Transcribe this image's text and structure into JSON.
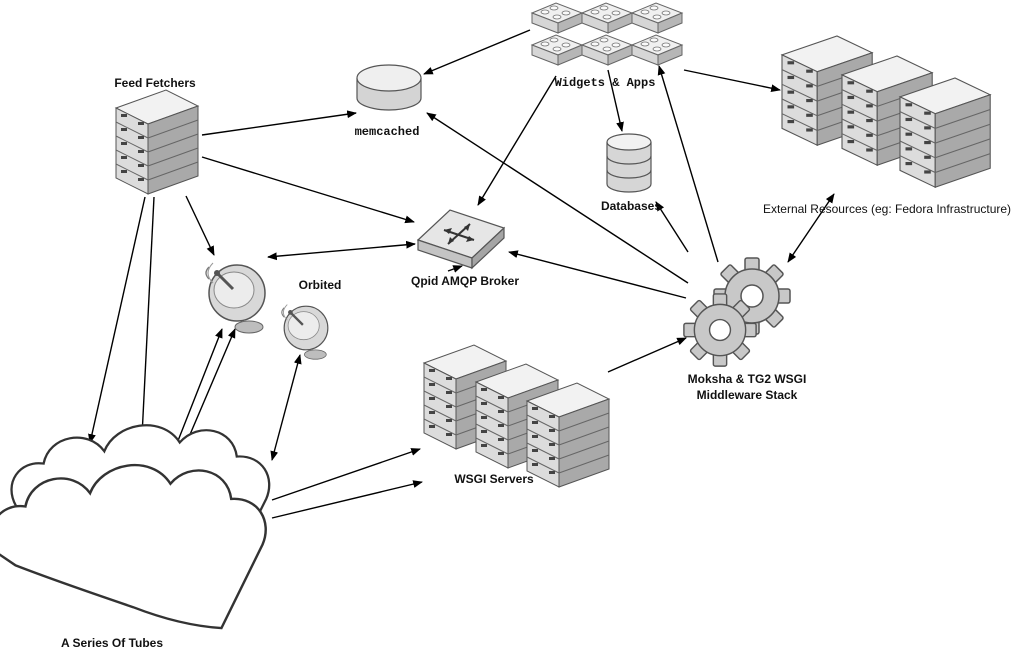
{
  "labels": {
    "feed_fetchers": "Feed Fetchers",
    "memcached": "memcached",
    "widgets_apps": "Widgets & Apps",
    "databases": "Databases",
    "external_resources": "External Resources (eg: Fedora Infrastructure)",
    "qpid_broker": "Qpid AMQP Broker",
    "orbited": "Orbited",
    "moksha_line1": "Moksha & TG2 WSGI",
    "moksha_line2": "Middleware Stack",
    "wsgi_servers": "WSGI Servers",
    "tubes": "A Series Of Tubes"
  },
  "colors": {
    "server_front": "#dcdcdc",
    "server_top": "#f2f2f2",
    "server_side": "#a9a9a9",
    "outline": "#555555",
    "gear": "#c8c8c8"
  }
}
